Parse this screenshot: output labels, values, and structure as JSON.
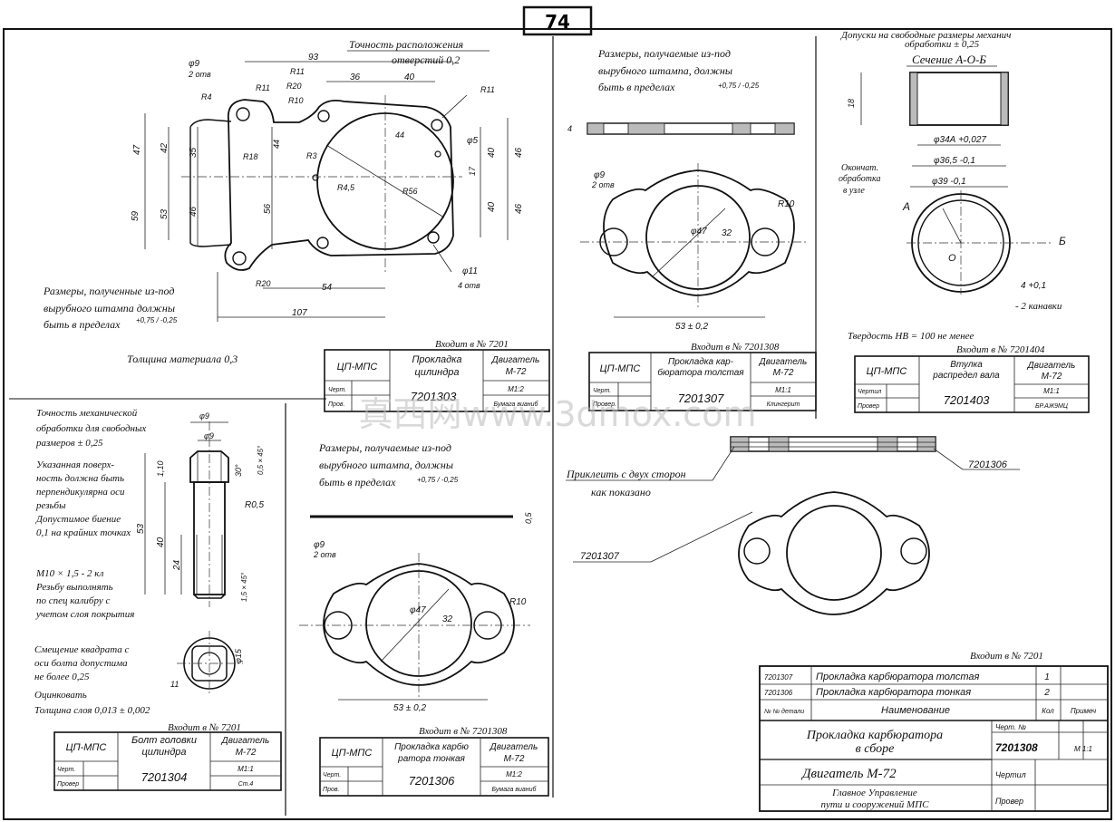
{
  "page_number": "74",
  "watermark": "真西网www.3dmox.com",
  "panel_cylinder": {
    "title_accuracy": "Точность расположения",
    "title_accuracy2": "отверстий 0,2",
    "note1": "Размеры, полученные из-под",
    "note2": "вырубного штампа должны",
    "note3": "быть в пределах",
    "tol": "+0,75 / -0,25",
    "thickness": "Толщина материала 0,3",
    "dims": [
      "φ9",
      "2 отв",
      "93",
      "36",
      "40",
      "R11",
      "R11",
      "R20",
      "R10",
      "R4",
      "R11",
      "47",
      "42",
      "35",
      "R18",
      "44",
      "44",
      "φ5",
      "R3",
      "R4,5",
      "R56",
      "17",
      "40",
      "46",
      "59",
      "53",
      "46",
      "56",
      "40",
      "46",
      "φ11",
      "4 отв",
      "R20",
      "54",
      "107"
    ],
    "enters": "Входит в № 7201",
    "stamp": {
      "org": "ЦП-МПС",
      "name1": "Прокладка",
      "name2": "цилиндра",
      "engine1": "Двигатель",
      "engine2": "М-72",
      "code": "7201303",
      "r1": "Черт.",
      "r2": "Пров.",
      "scale": "М1:2",
      "material": "Бумага вианиб"
    }
  },
  "panel_carb_thick": {
    "note1": "Размеры, получаемые из-под",
    "note2": "вырубного штампа, должны",
    "note3": "быть в пределах",
    "tol": "+0,75 / -0,25",
    "dims": [
      "φ9",
      "2 отв",
      "R10",
      "φ47",
      "32",
      "53 ± 0,2",
      "4"
    ],
    "enters": "Входит в № 7201308",
    "stamp": {
      "org": "ЦП-МПС",
      "name1": "Прокладка кар-",
      "name2": "бюратора толстая",
      "engine1": "Двигатель",
      "engine2": "М-72",
      "code": "7201307",
      "r1": "Черт.",
      "r2": "Провер.",
      "scale": "М1:1",
      "material": "Клингерит"
    }
  },
  "panel_sleeve": {
    "note1": "Допуски на свободные размеры механич",
    "note2": "обработки ± 0,25",
    "section": "Сечение А-О-Б",
    "dims": [
      "18",
      "φ34А +0,027",
      "φ36,5 -0,1",
      "φ39 -0,1",
      "А",
      "Б",
      "О",
      "4 +0,1",
      "- 2 канавки"
    ],
    "final1": "Окончат.",
    "final2": "обработка",
    "final3": "в узле",
    "hardness": "Твердость НВ = 100 не менее",
    "enters": "Входит в № 7201404",
    "stamp": {
      "org": "ЦП-МПС",
      "name1": "Втулка",
      "name2": "распредел вала",
      "engine1": "Двигатель",
      "engine2": "М-72",
      "code": "7201403",
      "r1": "Чертил",
      "r2": "Провер",
      "scale": "М1:1",
      "material": "БР.АЖ9МЦ"
    }
  },
  "panel_bolt": {
    "note1": "Точность механической",
    "note2": "обработки для свободных",
    "note3": "размеров ± 0,25",
    "spec1": "Указанная поверх-",
    "spec2": "ность должна быть",
    "spec3": "перпендикулярна оси",
    "spec4": "резьбы",
    "spec5": "Допустимое биение",
    "spec6": "0,1 на крайних точках",
    "thread1": "М10 × 1,5 - 2 кл",
    "thread2": "Резьбу выполнять",
    "thread3": "по спец калибру с",
    "thread4": "учетом слоя покрытия",
    "shift1": "Смещение квадрата с",
    "shift2": "оси болта допустима",
    "shift3": "не более 0,25",
    "zinc": "Оцинковать",
    "layer": "Толщина слоя 0,013 ± 0,002",
    "dims": [
      "φ9",
      "R0,5",
      "1,10",
      "30°",
      "0,5 × 45°",
      "53",
      "40",
      "24",
      "1,5 × 45°",
      "φ15",
      "11"
    ],
    "enters": "Входит в № 7201",
    "stamp": {
      "org": "ЦП-МПС",
      "name1": "Болт головки",
      "name2": "цилиндра",
      "engine1": "Двигатель",
      "engine2": "М-72",
      "code": "7201304",
      "r1": "Черт.",
      "r2": "Провер",
      "scale": "М1:1",
      "material": "Ст.4"
    }
  },
  "panel_carb_thin": {
    "note1": "Размеры, получаемые из-под",
    "note2": "вырубного штампа, должны",
    "note3": "быть в пределах",
    "tol": "+0,75 / -0,25",
    "dims": [
      "φ9",
      "2 отв",
      "R10",
      "φ47",
      "32",
      "53 ± 0,2",
      "0,5"
    ],
    "enters": "Входит в № 7201308",
    "stamp": {
      "org": "ЦП-МПС",
      "name1": "Прокладка карбю",
      "name2": "ратора тонкая",
      "engine1": "Двигатель",
      "engine2": "М-72",
      "code": "7201306",
      "r1": "Черт.",
      "r2": "Пров.",
      "scale": "М1:2",
      "material": "Бумага вианиб"
    }
  },
  "panel_assembly": {
    "glue1": "Приклеить с двух сторон",
    "glue2": "как показано",
    "ref_right": "7201306",
    "ref_left": "7201307",
    "enters": "Входит в № 7201",
    "parts": [
      {
        "num": "7201307",
        "name": "Прокладка карбюратора толстая",
        "qty": "1"
      },
      {
        "num": "7201306",
        "name": "Прокладка карбюратора тонкая",
        "qty": "2"
      }
    ],
    "col_num": "№ № детали",
    "col_name": "Наименование",
    "col_qty": "Кол",
    "col_note": "Примеч",
    "title1": "Прокладка карбюратора",
    "title2": "в сборе",
    "drawing_no_label": "Черт. №",
    "drawing_no": "7201308",
    "engine": "Двигатель М-72",
    "drew": "Чертил",
    "checked": "Провер",
    "org1": "Главное Управление",
    "org2": "пути и сооружений МПС",
    "scale": "М 1:1"
  }
}
